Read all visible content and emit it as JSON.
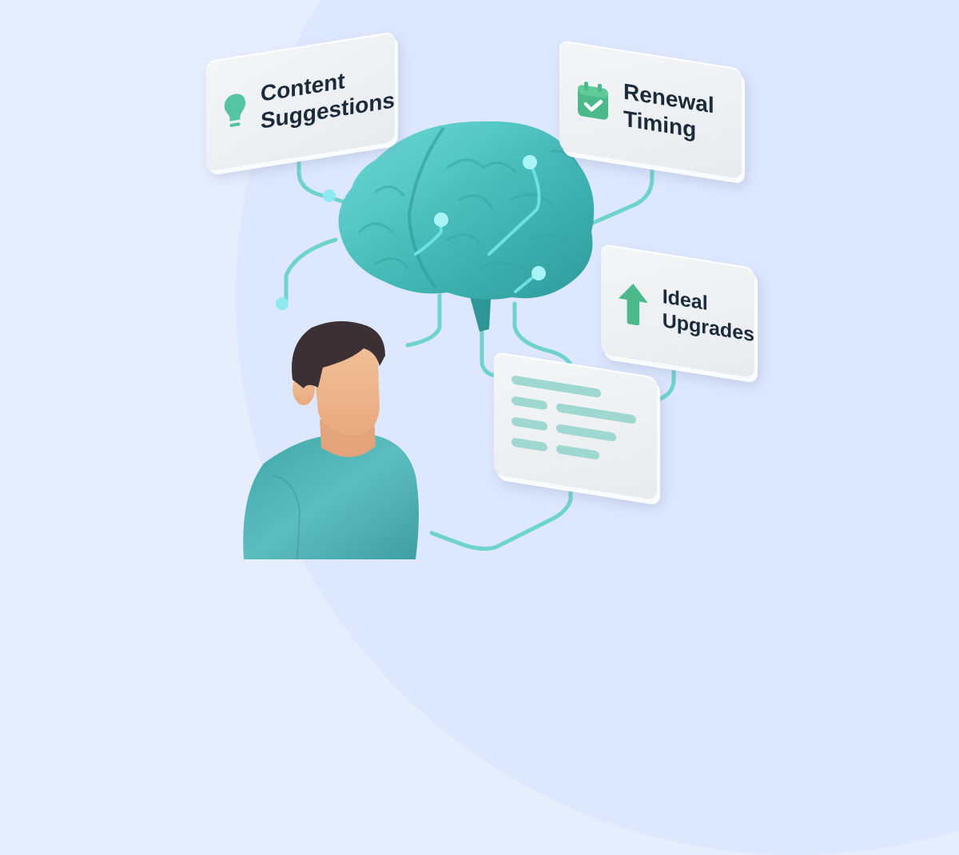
{
  "illustration": {
    "theme": "AI personalization for a customer",
    "cards": [
      {
        "id": "content",
        "icon": "lightbulb-icon",
        "label_line1": "Content",
        "label_line2": "Suggestions"
      },
      {
        "id": "renewal",
        "icon": "calendar-check-icon",
        "label_line1": "Renewal",
        "label_line2": "Timing"
      },
      {
        "id": "upgrades",
        "icon": "arrow-up-icon",
        "label_line1": "Ideal",
        "label_line2": "Upgrades"
      },
      {
        "id": "details",
        "icon": "text-lines-icon",
        "rows": 4
      }
    ],
    "central_figure": "brain-icon",
    "person": "person-avatar"
  },
  "colors": {
    "background": "#e6edfd",
    "background_circle": "#dde7fe",
    "brain_teal": "#4fc3bf",
    "connector": "#6fd3cd",
    "node": "#8eeaf0",
    "icon_green": "#4cb98a",
    "card_text": "#1c2b3c",
    "card_surface": "#eef0f3",
    "shirt": "#52b5b5",
    "skin": "#f0bb92",
    "hair": "#3b3034"
  }
}
